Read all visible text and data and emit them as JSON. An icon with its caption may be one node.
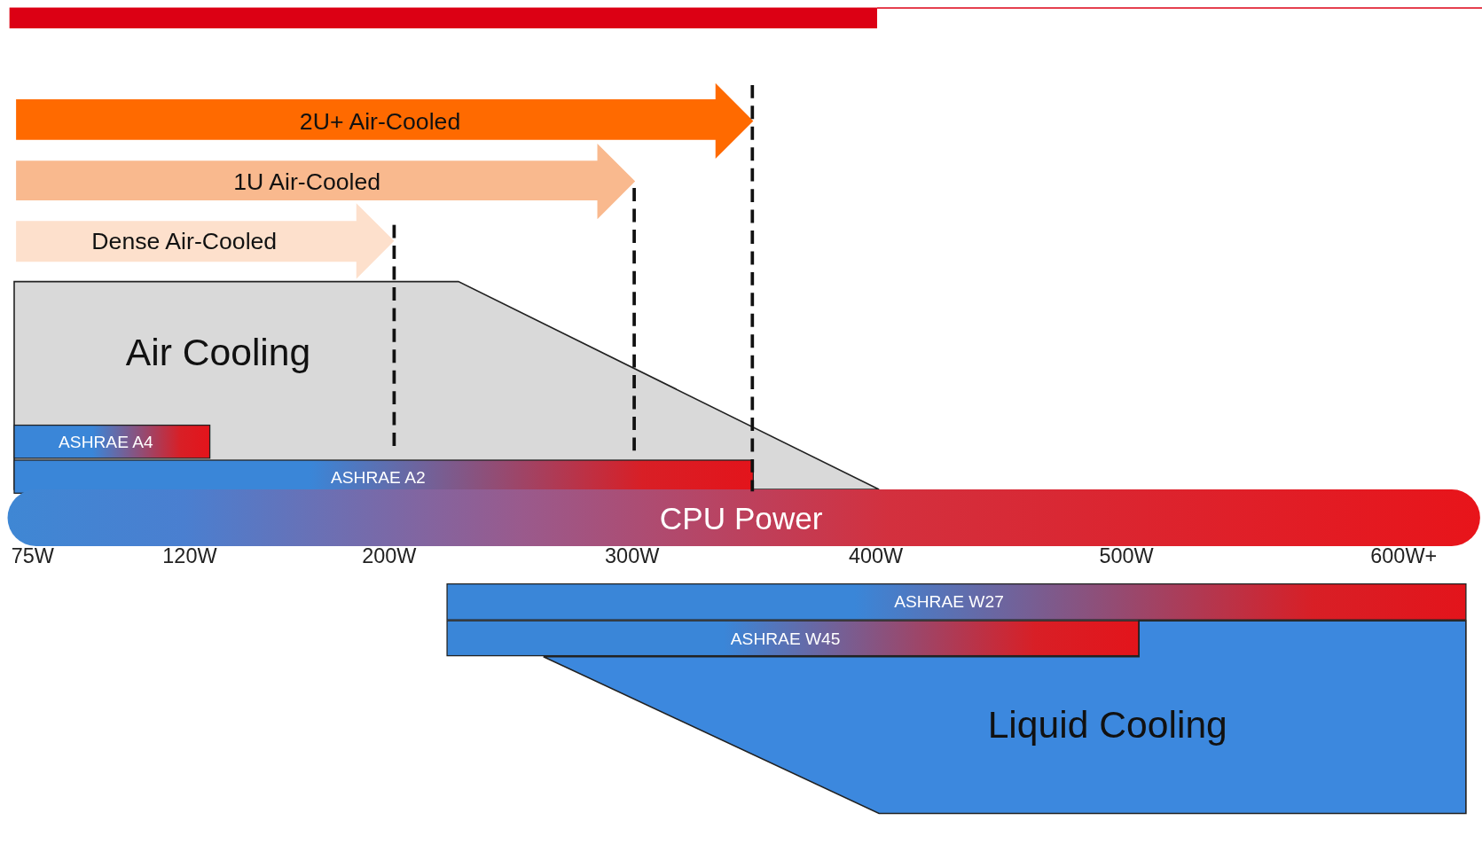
{
  "diagram": {
    "nodes": [
      {
        "text": [
          "2U+ Air-Cooled"
        ]
      },
      {
        "text": [
          "1U Air-Cooled"
        ]
      },
      {
        "text": [
          "Dense Air-Cooled"
        ]
      },
      {
        "text": [
          "Air Cooling"
        ]
      },
      {
        "text": [
          "ASHRAE A4"
        ],
        "in": 3
      },
      {
        "text": [
          "ASHRAE A2"
        ],
        "in": 3
      },
      {
        "text": [
          "CPU Power"
        ]
      },
      {
        "text": [
          "ASHRAE W27"
        ]
      },
      {
        "text": [
          "ASHRAE W45"
        ]
      },
      {
        "text": [
          "Liquid Cooling"
        ]
      }
    ],
    "labels": [
      "75W",
      "120W",
      "200W",
      "300W",
      "400W",
      "500W",
      "600W+"
    ]
  }
}
